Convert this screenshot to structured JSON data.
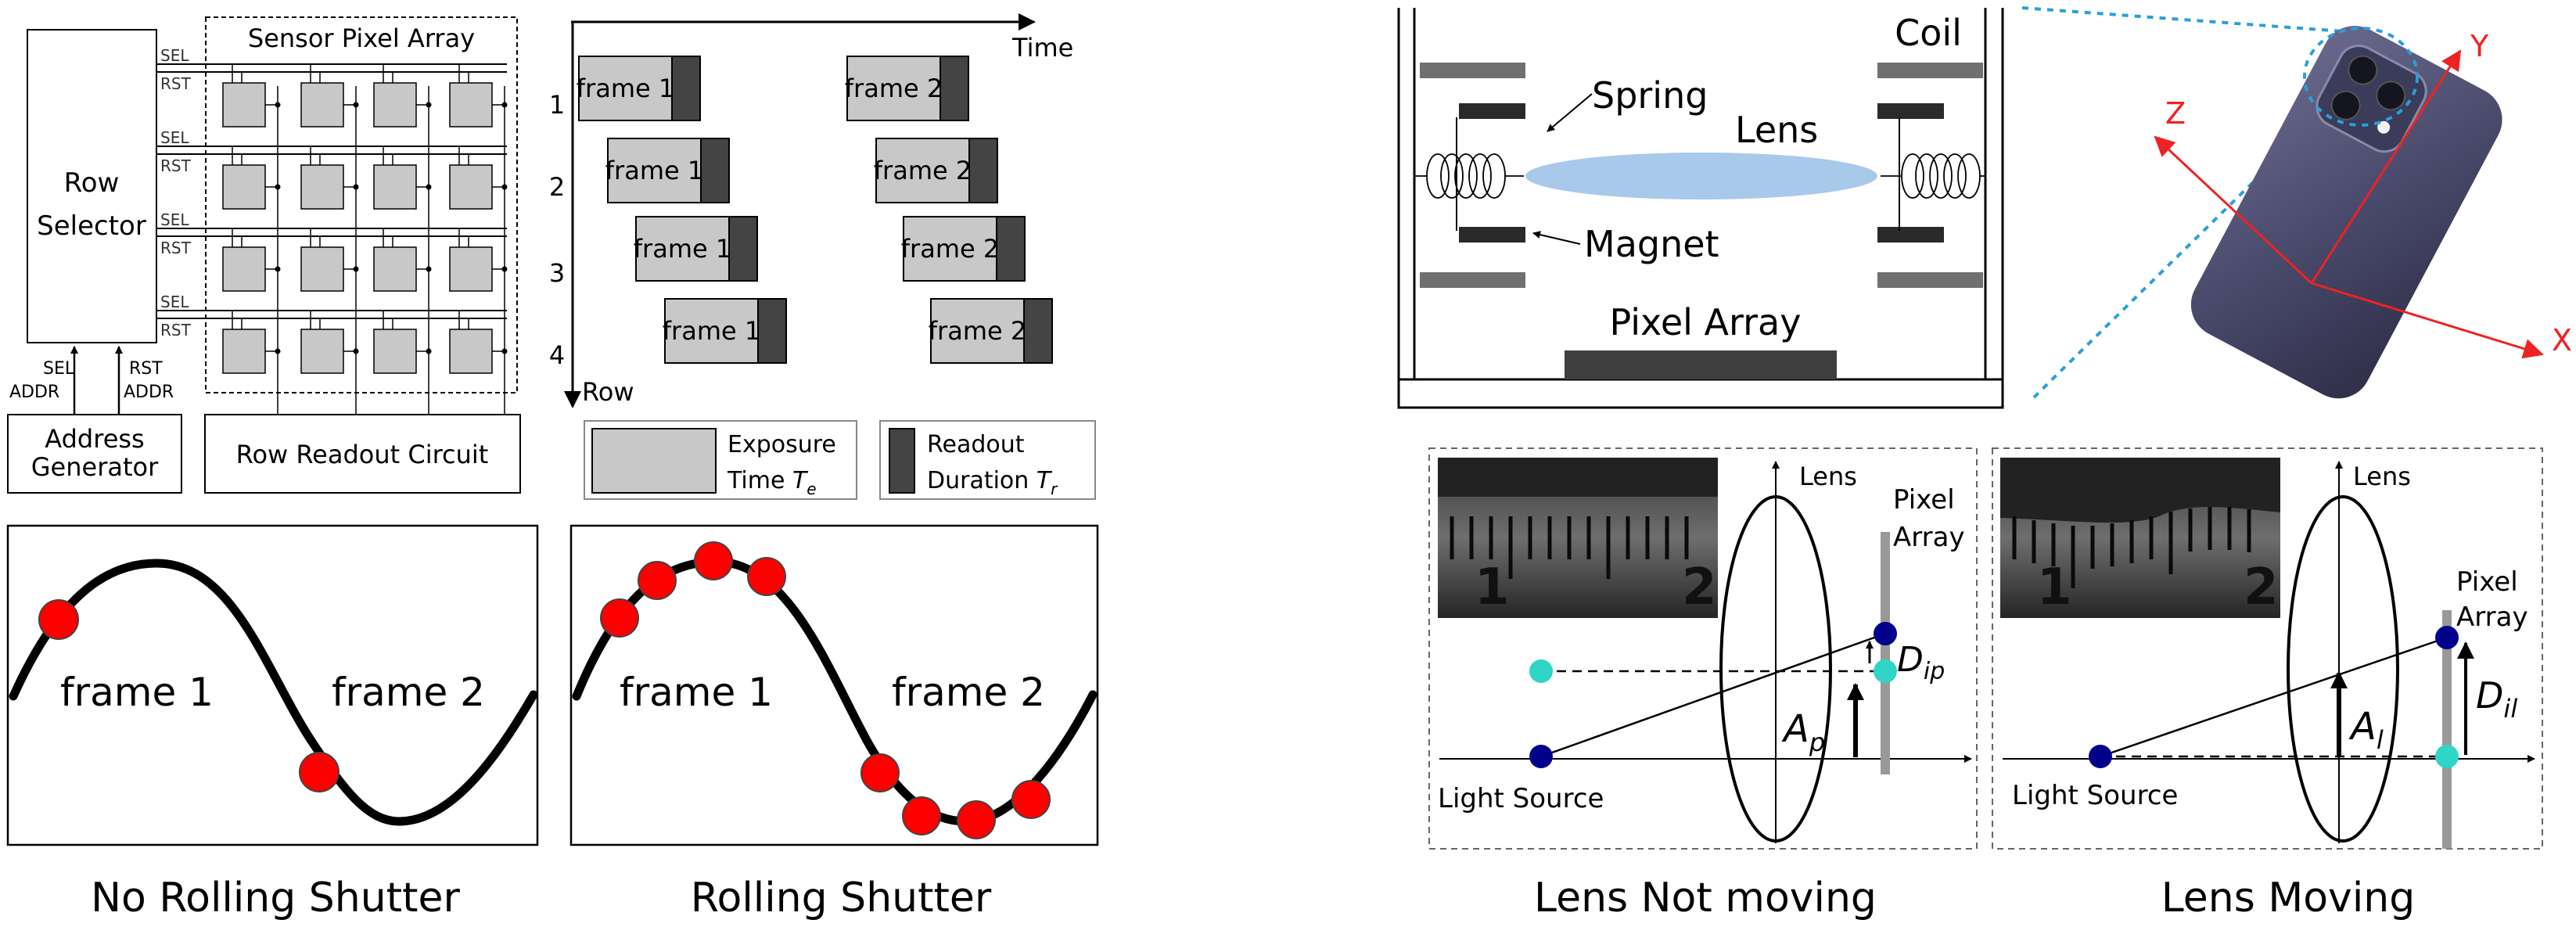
{
  "sensor": {
    "row_selector": [
      "Row",
      "Selector"
    ],
    "array_title": "Sensor Pixel Array",
    "sel": "SEL",
    "rst": "RST",
    "sel_addr": [
      "SEL",
      "ADDR"
    ],
    "rst_addr": [
      "RST",
      "ADDR"
    ],
    "address_generator": [
      "Address",
      "Generator"
    ],
    "row_readout": "Row Readout Circuit"
  },
  "timing": {
    "time_label": "Time",
    "row_label": "Row",
    "row_numbers": [
      "1",
      "2",
      "3",
      "4"
    ],
    "frame1": "frame 1",
    "frame2": "frame 2",
    "legend_exposure": [
      "Exposure",
      "Time ",
      "T",
      "e"
    ],
    "legend_readout": [
      "Readout",
      "Duration ",
      "T",
      "r"
    ]
  },
  "waves": {
    "frame1": "frame 1",
    "frame2": "frame 2",
    "no_rs_caption": "No Rolling Shutter",
    "rs_caption": "Rolling Shutter"
  },
  "lens_module": {
    "coil": "Coil",
    "spring": "Spring",
    "lens": "Lens",
    "magnet": "Magnet",
    "pixel_array": "Pixel Array"
  },
  "phone": {
    "axis_x": "X",
    "axis_y": "Y",
    "axis_z": "Z"
  },
  "optics": {
    "lens": "Lens",
    "pixel_array": [
      "Pixel",
      "Array"
    ],
    "light_source": "Light Source",
    "not_moving_caption": "Lens Not moving",
    "moving_caption": "Lens Moving",
    "dip": [
      "D",
      "ip"
    ],
    "ap": [
      "A",
      "p"
    ],
    "al": [
      "A",
      "l"
    ],
    "dil": [
      "D",
      "il"
    ],
    "ruler_nums": [
      "1",
      "2"
    ]
  },
  "colors": {
    "red_marker": "#ff0000",
    "dark_blue": "#00008b",
    "teal": "#2fd5c5",
    "lens_fill": "#a9c9ea",
    "axis_red": "#ee2222",
    "dashed_blue": "#2aa0d8"
  }
}
